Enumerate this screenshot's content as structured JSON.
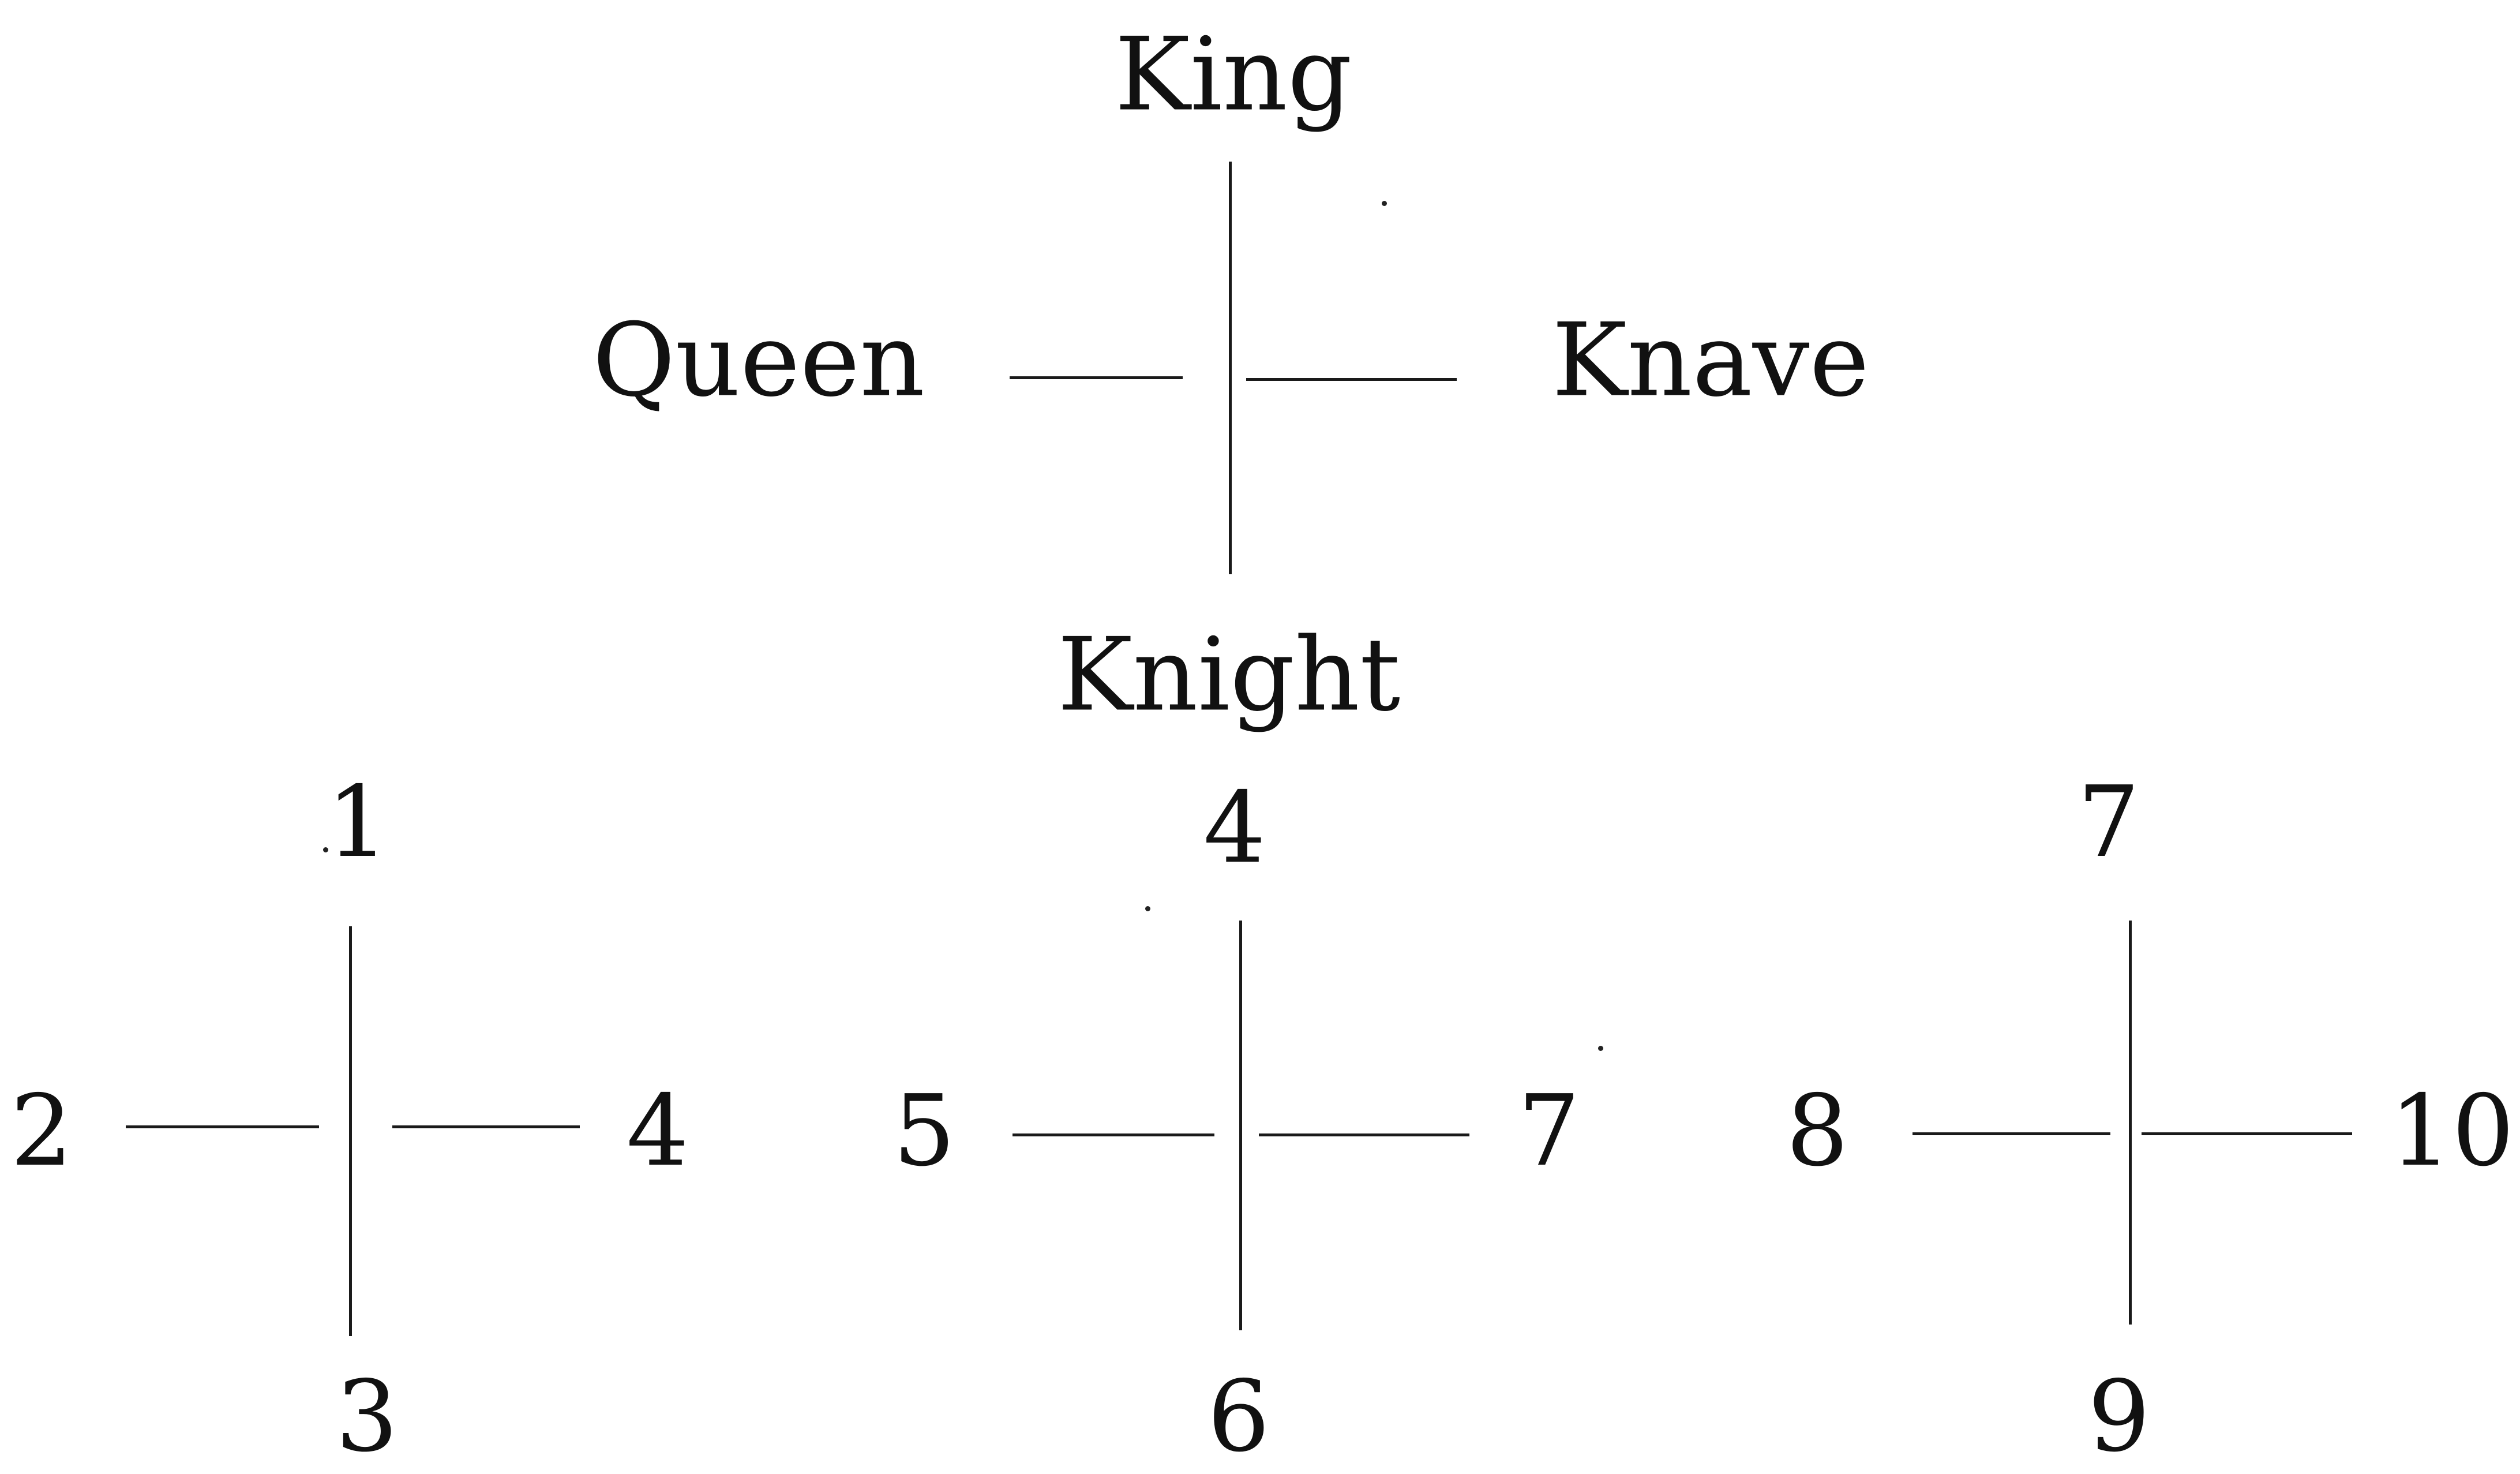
{
  "colors": {
    "ink": "#111111",
    "background": "#ffffff"
  },
  "court_cross": {
    "top": "King",
    "left": "Queen",
    "right": "Knave",
    "bottom": "Knight"
  },
  "number_crosses": [
    {
      "top": "1",
      "left": "2",
      "right": "4",
      "bottom": "3"
    },
    {
      "top": "4",
      "left": "5",
      "right": "7",
      "bottom": "6"
    },
    {
      "top": "7",
      "left": "8",
      "right": "10",
      "bottom": "9"
    }
  ]
}
